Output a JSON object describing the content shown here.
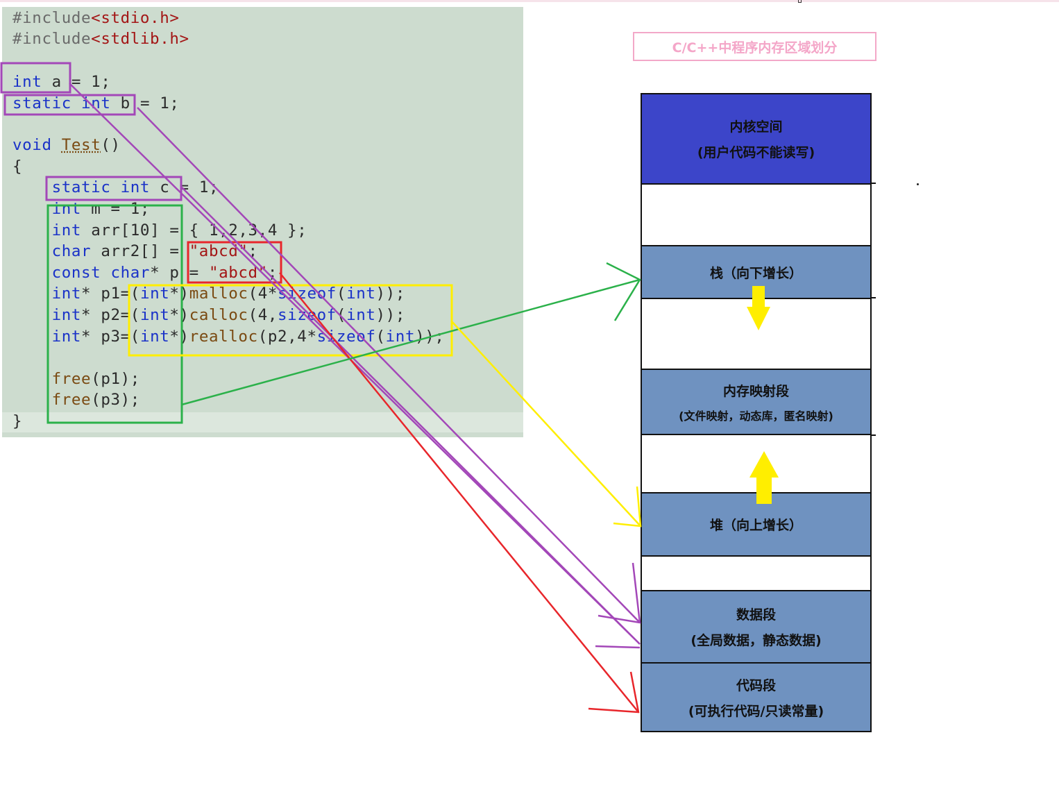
{
  "code": {
    "lines": [
      [
        [
          "pp",
          "#include"
        ],
        [
          "hd",
          "<stdio.h>"
        ]
      ],
      [
        [
          "pp",
          "#include"
        ],
        [
          "hd",
          "<stdlib.h>"
        ]
      ],
      [],
      [
        [
          "kw",
          "int"
        ],
        [
          "t",
          " a = 1;"
        ]
      ],
      [
        [
          "kw",
          "static"
        ],
        [
          "t",
          " "
        ],
        [
          "kw",
          "int"
        ],
        [
          "t",
          " b = 1;"
        ]
      ],
      [],
      [
        [
          "kw",
          "void"
        ],
        [
          "t",
          " "
        ],
        [
          "fn",
          "Test"
        ],
        [
          "t",
          "()"
        ]
      ],
      [
        [
          "t",
          "{"
        ]
      ],
      [
        [
          "t",
          "    "
        ],
        [
          "kw",
          "static"
        ],
        [
          "t",
          " "
        ],
        [
          "kw",
          "int"
        ],
        [
          "t",
          " c = 1;"
        ]
      ],
      [
        [
          "t",
          "    "
        ],
        [
          "kw",
          "int"
        ],
        [
          "t",
          " m = 1;"
        ]
      ],
      [
        [
          "t",
          "    "
        ],
        [
          "kw",
          "int"
        ],
        [
          "t",
          " arr[10] = { 1,2,3,4 };"
        ]
      ],
      [
        [
          "t",
          "    "
        ],
        [
          "kw",
          "char"
        ],
        [
          "t",
          " arr2[] = "
        ],
        [
          "str",
          "\"abcd\""
        ],
        [
          "t",
          ";"
        ]
      ],
      [
        [
          "t",
          "    "
        ],
        [
          "kw",
          "const"
        ],
        [
          "t",
          " "
        ],
        [
          "kw",
          "char"
        ],
        [
          "t",
          "* p = "
        ],
        [
          "str",
          "\"abcd\""
        ],
        [
          "t",
          ";"
        ]
      ],
      [
        [
          "t",
          "    "
        ],
        [
          "kw",
          "int"
        ],
        [
          "t",
          "* p1=("
        ],
        [
          "kw",
          "int"
        ],
        [
          "t",
          "*)"
        ],
        [
          "fn",
          "malloc"
        ],
        [
          "t",
          "(4*"
        ],
        [
          "kw",
          "sizeof"
        ],
        [
          "t",
          "("
        ],
        [
          "kw",
          "int"
        ],
        [
          "t",
          "));"
        ]
      ],
      [
        [
          "t",
          "    "
        ],
        [
          "kw",
          "int"
        ],
        [
          "t",
          "* p2=("
        ],
        [
          "kw",
          "int"
        ],
        [
          "t",
          "*)"
        ],
        [
          "fn",
          "calloc"
        ],
        [
          "t",
          "(4,"
        ],
        [
          "kw",
          "sizeof"
        ],
        [
          "t",
          "("
        ],
        [
          "kw",
          "int"
        ],
        [
          "t",
          "));"
        ]
      ],
      [
        [
          "t",
          "    "
        ],
        [
          "kw",
          "int"
        ],
        [
          "t",
          "* p3=("
        ],
        [
          "kw",
          "int"
        ],
        [
          "t",
          "*)"
        ],
        [
          "fn",
          "realloc"
        ],
        [
          "t",
          "(p2,4*"
        ],
        [
          "kw",
          "sizeof"
        ],
        [
          "t",
          "("
        ],
        [
          "kw",
          "int"
        ],
        [
          "t",
          "));"
        ]
      ],
      [],
      [
        [
          "t",
          "    "
        ],
        [
          "fn",
          "free"
        ],
        [
          "t",
          "(p1);"
        ]
      ],
      [
        [
          "t",
          "    "
        ],
        [
          "fn",
          "free"
        ],
        [
          "t",
          "(p3);"
        ]
      ],
      [
        [
          "t",
          "}"
        ]
      ]
    ]
  },
  "diagram": {
    "title": "C/C++中程序内存区域划分",
    "kernel": {
      "line1": "内核空间",
      "line2": "(用户代码不能读写)"
    },
    "stack": {
      "line1": "栈（向下增长）"
    },
    "mmap": {
      "line1": "内存映射段",
      "line2": "(文件映射，动态库，匿名映射)"
    },
    "heap": {
      "line1": "堆（向上增长）"
    },
    "data": {
      "line1": "数据段",
      "line2": "(全局数据，静态数据)"
    },
    "code": {
      "line1": "代码段",
      "line2": "(可执行代码/只读常量)"
    }
  },
  "colors": {
    "code_bg": "#cddccf",
    "kernel": "#3c45c9",
    "segment": "#6f92c0",
    "gap": "#ffffff",
    "purple": "#a347b8",
    "green": "#2bb14a",
    "red": "#e8262b",
    "yellow": "#ffee00",
    "title_pink": "#f3a8c8"
  }
}
